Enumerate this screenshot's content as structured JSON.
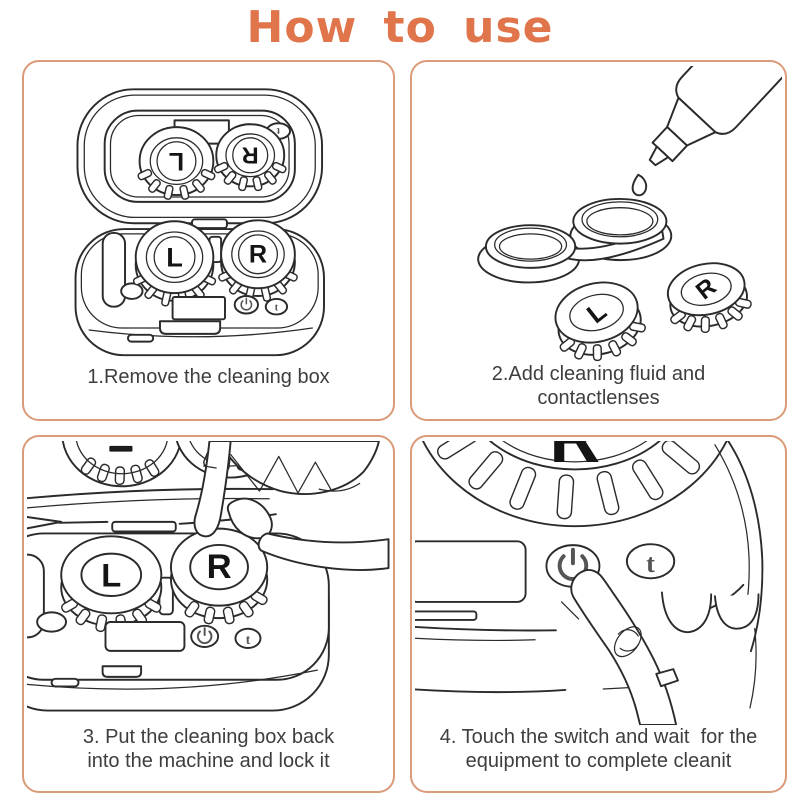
{
  "title": "How to use",
  "colors": {
    "title_text": "#E0744A",
    "panel_border": "#DB9A78",
    "line_art": "#2B2B2B",
    "caption_text": "#3E3E3E",
    "button_glyph": "#555555"
  },
  "labels": {
    "left": "L",
    "right": "R",
    "timer": "t"
  },
  "icons": {
    "power": "power-symbol (circle with line)",
    "timer": "letter t"
  },
  "panels": [
    {
      "step": 1,
      "caption_lines": [
        "1.Remove the cleaning box"
      ]
    },
    {
      "step": 2,
      "caption_lines": [
        "2.Add cleaning fluid and",
        "contactlenses"
      ]
    },
    {
      "step": 3,
      "caption_lines": [
        "3. Put the cleaning box back",
        "into the machine and lock it"
      ]
    },
    {
      "step": 4,
      "caption_lines": [
        "4. Touch the switch and wait  for the",
        "equipment to complete cleanit"
      ]
    }
  ]
}
